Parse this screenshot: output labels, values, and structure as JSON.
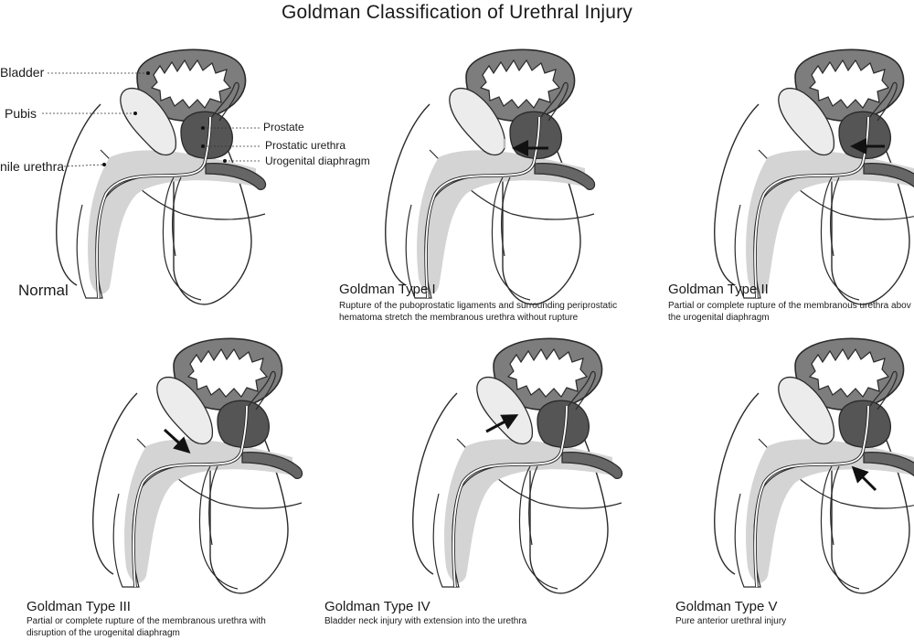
{
  "title": "Goldman Classification of Urethral Injury",
  "labels": {
    "bladder": "Bladder",
    "pubis": "Pubis",
    "penile_urethra": "nile urethra",
    "prostate": "Prostate",
    "prostatic_urethra": "Prostatic urethra",
    "urogenital_diaphragm": "Urogenital diaphragm"
  },
  "panels": [
    {
      "title": "Normal",
      "desc": ""
    },
    {
      "title": "Goldman Type I",
      "desc": "Rupture of the puboprostatic ligaments and surrounding periprostatic\nhematoma stretch the membranous urethra without rupture"
    },
    {
      "title": "Goldman Type II",
      "desc": "Partial or complete rupture of the membranous urethra abov\nthe urogenital diaphragm"
    },
    {
      "title": "Goldman Type III",
      "desc": "Partial or complete rupture of the membranous urethra with\ndisruption of the urogenital diaphragm"
    },
    {
      "title": "Goldman Type IV",
      "desc": "Bladder neck injury with extension into the urethra"
    },
    {
      "title": "Goldman Type V",
      "desc": "Pure anterior urethral injury"
    }
  ],
  "colors": {
    "bladder_wall": "#7d7d7d",
    "prostate": "#555555",
    "pubis": "#ececec",
    "soft_tissue": "#d4d4d4",
    "diaphragm": "#666666",
    "arrow": "#111111",
    "outline": "#2a2a2a"
  }
}
